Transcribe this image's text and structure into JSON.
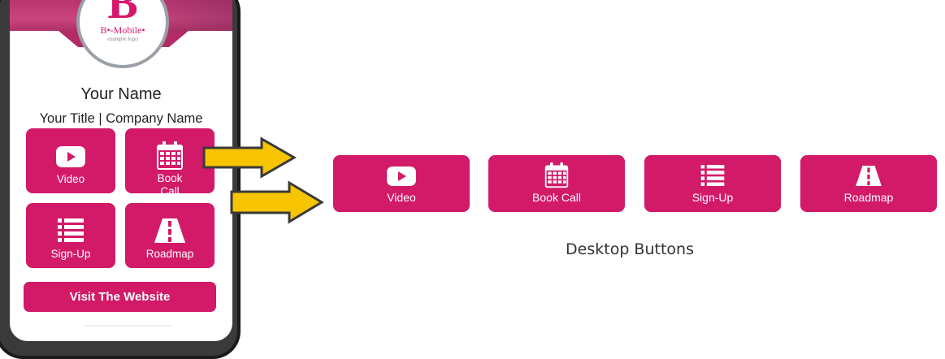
{
  "profile": {
    "logo_letter": "B",
    "logo_brand": "B•-Mobile•",
    "logo_tagline": "example logo",
    "name": "Your Name",
    "title": "Your Title | Company Name"
  },
  "phone_buttons": [
    {
      "label": "Video",
      "icon": "video-icon"
    },
    {
      "label": "Book Call",
      "icon": "calendar-icon"
    },
    {
      "label": "Sign-Up",
      "icon": "list-icon"
    },
    {
      "label": "Roadmap",
      "icon": "road-icon"
    }
  ],
  "visit_button": {
    "label": "Visit The Website"
  },
  "desktop_buttons": [
    {
      "label": "Video",
      "icon": "video-icon"
    },
    {
      "label": "Book Call",
      "icon": "calendar-icon"
    },
    {
      "label": "Sign-Up",
      "icon": "list-icon"
    },
    {
      "label": "Roadmap",
      "icon": "road-icon"
    }
  ],
  "caption": "Desktop Buttons",
  "colors": {
    "brand": "#d21a68",
    "arrow_fill": "#f6c400",
    "arrow_stroke": "#3a3a3a"
  }
}
